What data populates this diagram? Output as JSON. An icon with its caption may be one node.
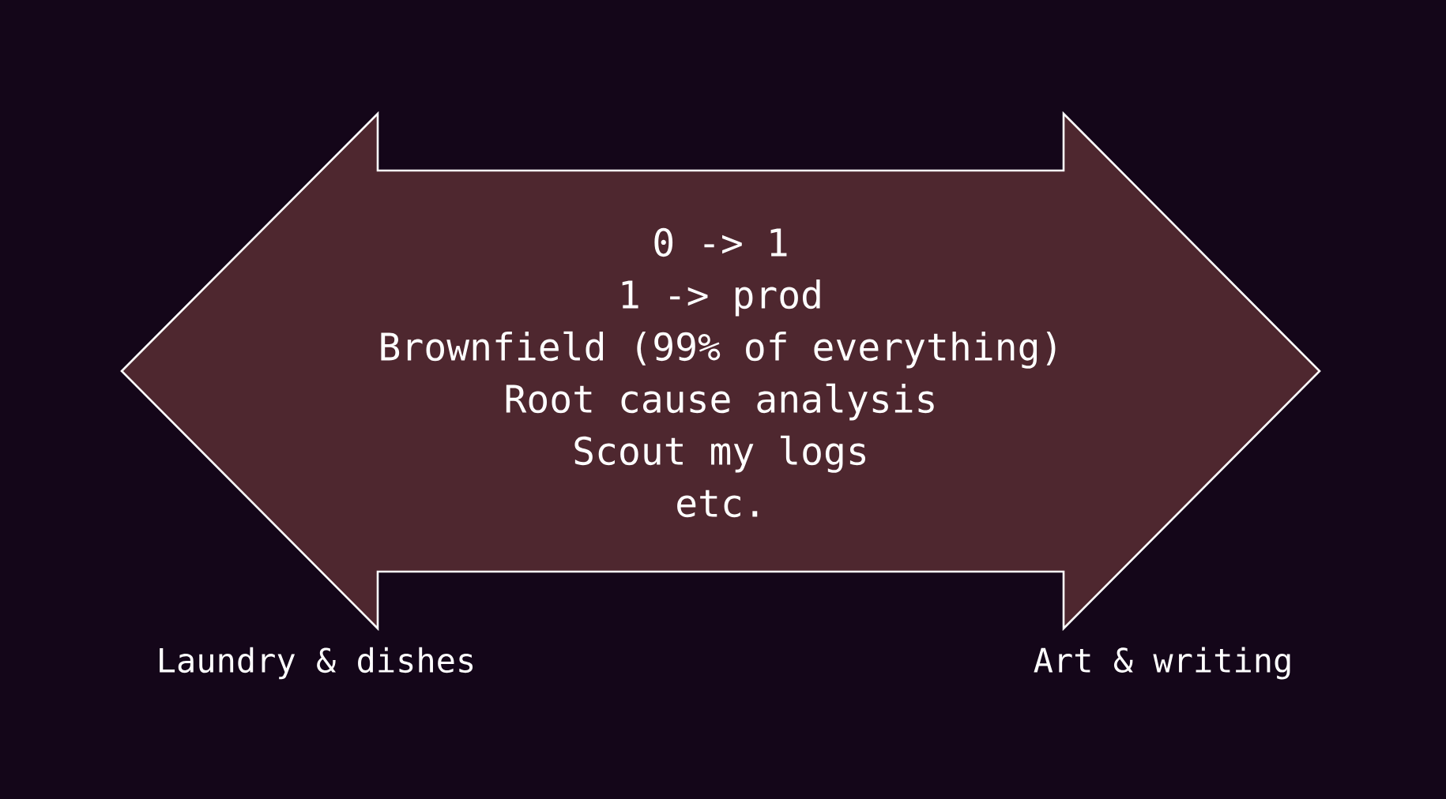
{
  "diagram": {
    "nodes": [
      {
        "text": [
          "0 -> 1",
          "1 -> prod",
          "Brownfield (99% of everything)",
          "Root cause analysis",
          "Scout my logs",
          "etc."
        ]
      }
    ],
    "edges": [],
    "labels": [
      "Laundry & dishes",
      "Art & writing"
    ]
  }
}
